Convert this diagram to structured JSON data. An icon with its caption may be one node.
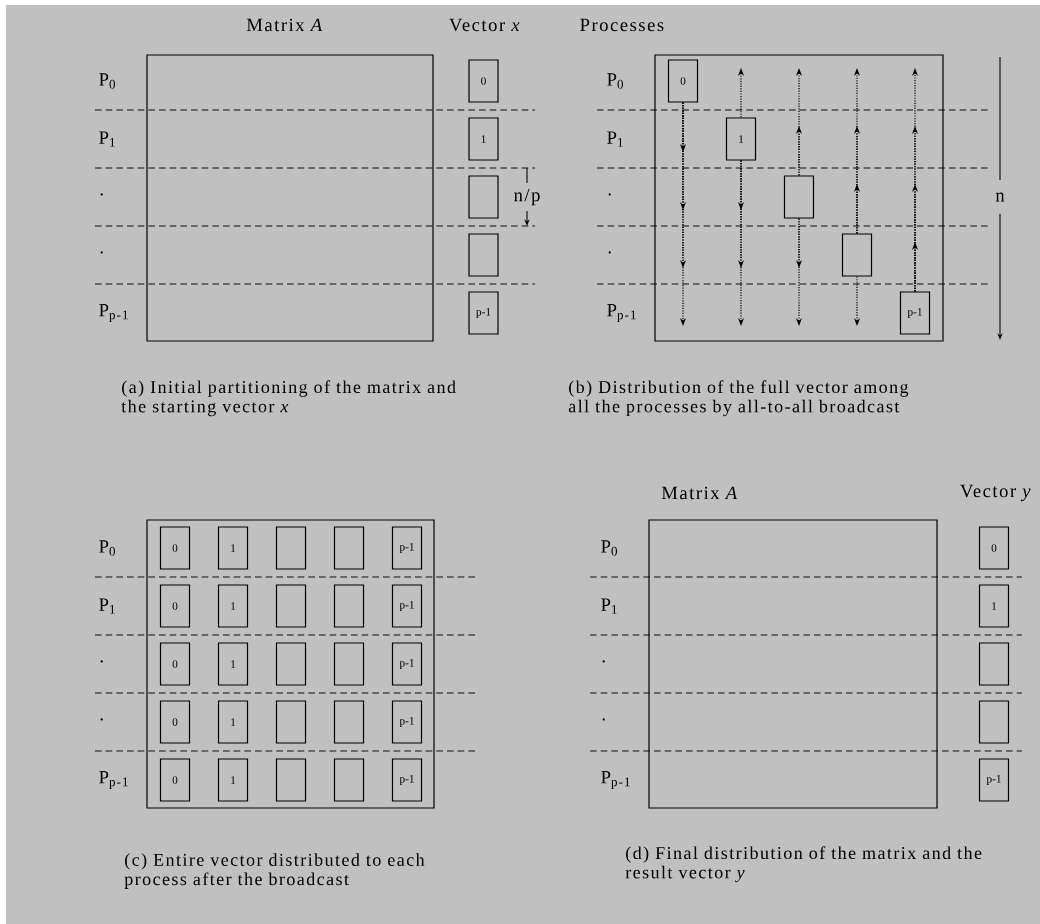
{
  "diagram": {
    "nodes": [
      {
        "text": [],
        "shape": "box"
      },
      {
        "text": [
          "0"
        ]
      },
      {
        "text": [
          "1"
        ]
      },
      {
        "text": [],
        "shape": "box"
      },
      {
        "text": [],
        "shape": "box"
      },
      {
        "text": [
          "p-1"
        ]
      },
      {
        "text": [],
        "shape": "box"
      },
      {
        "text": [
          "0"
        ],
        "in": 6
      },
      {
        "text": [
          "1"
        ],
        "in": 6
      },
      {
        "text": [],
        "shape": "box",
        "in": 6
      },
      {
        "text": [],
        "shape": "box",
        "in": 6
      },
      {
        "text": [
          "p-1"
        ],
        "in": 6
      },
      {
        "text": [],
        "shape": "box"
      },
      {
        "text": [
          "0"
        ],
        "in": 12
      },
      {
        "text": [
          "1"
        ],
        "in": 12
      },
      {
        "text": [],
        "shape": "box",
        "in": 12
      },
      {
        "text": [],
        "shape": "box",
        "in": 12
      },
      {
        "text": [
          "p-1"
        ],
        "in": 12
      },
      {
        "text": [
          "0"
        ],
        "in": 12
      },
      {
        "text": [
          "1"
        ],
        "in": 12
      },
      {
        "text": [],
        "shape": "box",
        "in": 12
      },
      {
        "text": [],
        "shape": "box",
        "in": 12
      },
      {
        "text": [
          "p-1"
        ],
        "in": 12
      },
      {
        "text": [
          "0"
        ],
        "in": 12
      },
      {
        "text": [
          "1"
        ],
        "in": 12
      },
      {
        "text": [],
        "shape": "box",
        "in": 12
      },
      {
        "text": [],
        "shape": "box",
        "in": 12
      },
      {
        "text": [
          "p-1"
        ],
        "in": 12
      },
      {
        "text": [
          "0"
        ],
        "in": 12
      },
      {
        "text": [
          "1"
        ],
        "in": 12
      },
      {
        "text": [],
        "shape": "box",
        "in": 12
      },
      {
        "text": [],
        "shape": "box",
        "in": 12
      },
      {
        "text": [
          "p-1"
        ],
        "in": 12
      },
      {
        "text": [
          "0"
        ],
        "in": 12
      },
      {
        "text": [
          "1"
        ],
        "in": 12
      },
      {
        "text": [],
        "shape": "box",
        "in": 12
      },
      {
        "text": [],
        "shape": "box",
        "in": 12
      },
      {
        "text": [
          "p-1"
        ],
        "in": 12
      },
      {
        "text": [],
        "shape": "box"
      },
      {
        "text": [
          "0"
        ]
      },
      {
        "text": [
          "1"
        ]
      },
      {
        "text": [],
        "shape": "box"
      },
      {
        "text": [],
        "shape": "box"
      },
      {
        "text": [
          "p-1"
        ]
      }
    ],
    "edges": [
      {
        "from": 7,
        "to": null,
        "arrow": "to"
      },
      {
        "from": 7,
        "to": null,
        "arrow": "to"
      },
      {
        "from": 7,
        "to": null,
        "arrow": "to"
      },
      {
        "from": 7,
        "to": null,
        "arrow": "to"
      },
      {
        "from": 8,
        "to": null,
        "arrow": "to"
      },
      {
        "from": 8,
        "to": null,
        "arrow": "to"
      },
      {
        "from": 8,
        "to": null,
        "arrow": "to"
      },
      {
        "from": 8,
        "to": null,
        "arrow": "to"
      },
      {
        "from": 9,
        "to": null,
        "arrow": "to"
      },
      {
        "from": 9,
        "to": null,
        "arrow": "to"
      },
      {
        "from": 9,
        "to": null,
        "arrow": "to"
      },
      {
        "from": 9,
        "to": null,
        "arrow": "to"
      },
      {
        "from": 10,
        "to": null,
        "arrow": "to"
      },
      {
        "from": 10,
        "to": null,
        "arrow": "to"
      },
      {
        "from": 10,
        "to": null,
        "arrow": "to"
      },
      {
        "from": 10,
        "to": null,
        "arrow": "to"
      },
      {
        "from": 11,
        "to": null,
        "arrow": "to"
      },
      {
        "from": 11,
        "to": null,
        "arrow": "to"
      },
      {
        "from": 11,
        "to": null,
        "arrow": "to"
      },
      {
        "from": 11,
        "to": null,
        "arrow": "to"
      }
    ],
    "labels": [
      "Matrix *A*",
      "Vector *x*",
      "Processes",
      "P$_{0}$",
      "P$_{1}$",
      "·",
      "·",
      "P$_{p-1}$",
      "P$_{0}$",
      "P$_{1}$",
      "·",
      "·",
      "P$_{p-1}$",
      "n/p",
      "n",
      "(a) Initial partitioning of the matrix and the starting vector *x*",
      "(b) Distribution of the full vector among all the processes by all-to-all broadcast",
      "Matrix *A*",
      "Vector *y*",
      "P$_{0}$",
      "P$_{1}$",
      "·",
      "·",
      "P$_{p-1}$",
      "P$_{0}$",
      "P$_{1}$",
      "·",
      "·",
      "P$_{p-1}$",
      "(c) Entire vector distributed to each process after the broadcast",
      "(d) Final distribution of the matrix and the result vector *y*"
    ]
  }
}
